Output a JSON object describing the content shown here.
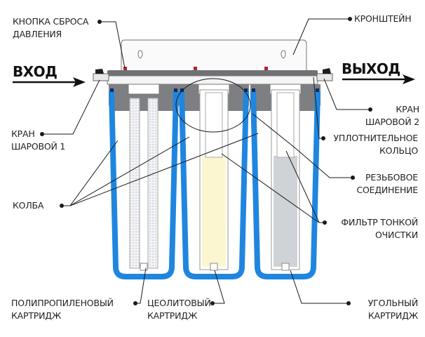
{
  "diagram": {
    "title": "Three-stage water filter",
    "flow": {
      "inlet": "ВХОД",
      "outlet": "ВЫХОД"
    },
    "labels": {
      "pressure_button": [
        "КНОПКА СБРОСА",
        "ДАВЛЕНИЯ"
      ],
      "bracket": [
        "КРОНШТЕЙН"
      ],
      "ball_valve_1": [
        "КРАН",
        "ШАРОВОЙ 1"
      ],
      "ball_valve_2": [
        "КРАН",
        "ШАРОВОЙ 2"
      ],
      "flask": [
        "КОЛБА"
      ],
      "seal_ring": [
        "УПЛОТНИТЕЛЬНОЕ",
        "КОЛЬЦО"
      ],
      "threaded_connection": [
        "РЕЗЬБОВОЕ",
        "СОЕДИНЕНИЕ"
      ],
      "fine_filter": [
        "ФИЛЬТР ТОНКОЙ",
        "ОЧИСТКИ"
      ],
      "pp_cartridge": [
        "ПОЛИПРОПИЛЕНОВЫЙ",
        "КАРТРИДЖ"
      ],
      "zeolite_cartridge": [
        "ЦЕОЛИТОВЫЙ",
        "КАРТРИДЖ"
      ],
      "carbon_cartridge": [
        "УГОЛЬНЫЙ",
        "КАРТРИДЖ"
      ]
    },
    "colors": {
      "flask_blue": "#1f86e0",
      "housing_gray": "#7d7f82",
      "zeolite_fill": "#fbf6cf",
      "carbon_fill": "#cfd2d6",
      "pp_fill": "#e8eaee",
      "indicator_red": "#b3262b"
    }
  }
}
